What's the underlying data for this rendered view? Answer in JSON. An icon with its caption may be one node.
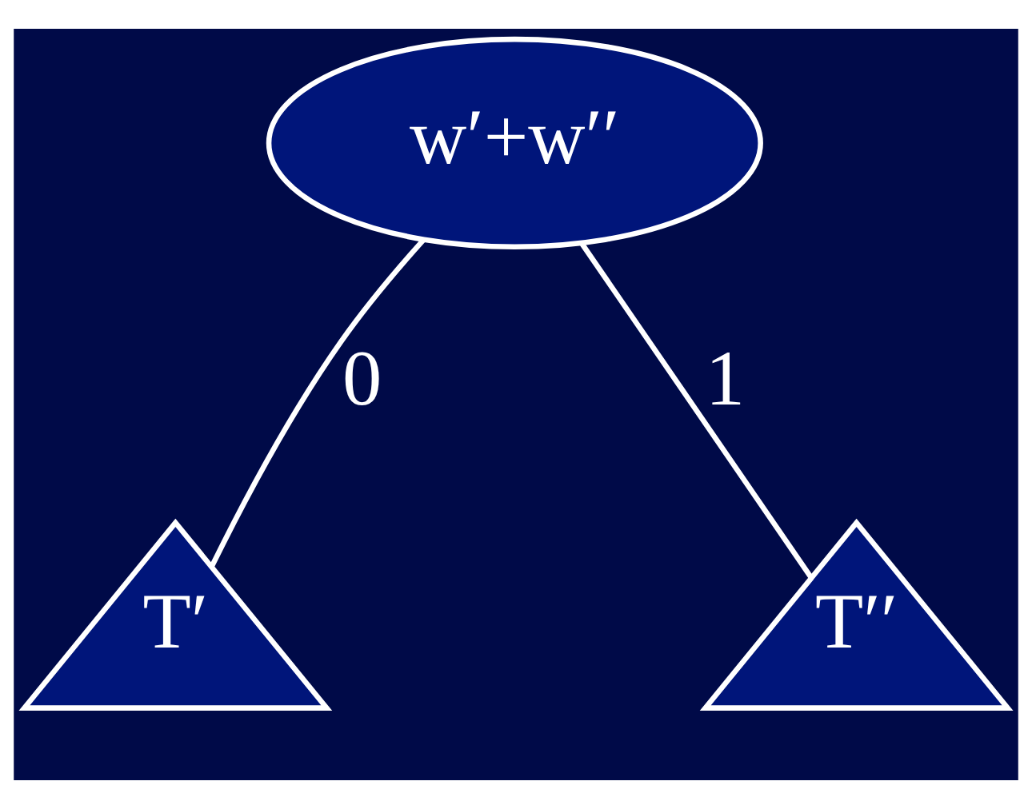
{
  "diagram": {
    "nodes": [
      {
        "text": [
          "w′+w′′"
        ]
      },
      {
        "text": [
          "T′"
        ]
      },
      {
        "text": [
          "T′′"
        ]
      }
    ],
    "edges": [
      {
        "from": 0,
        "to": 1,
        "arrow": "none",
        "label": "0"
      },
      {
        "from": 0,
        "to": 2,
        "arrow": "none",
        "label": "1"
      }
    ]
  }
}
